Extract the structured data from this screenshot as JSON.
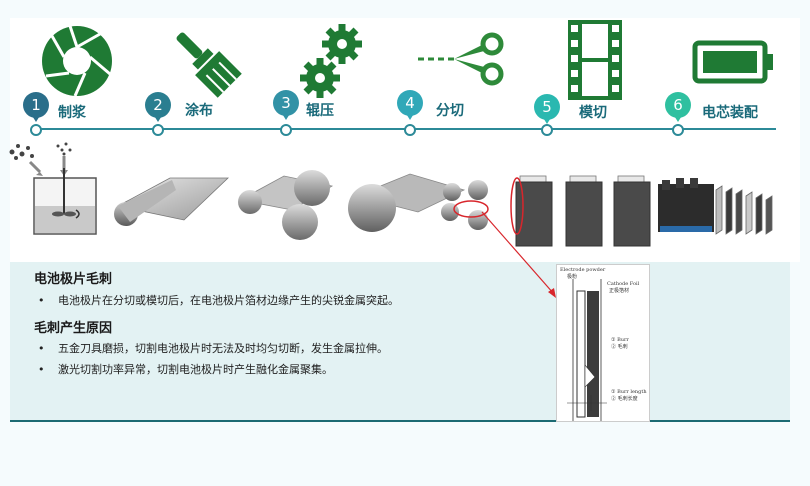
{
  "steps": [
    {
      "num": "1",
      "label": "制浆",
      "icon": "aperture-icon",
      "color": "#2a6e8a"
    },
    {
      "num": "2",
      "label": "涂布",
      "icon": "paintbrush-icon",
      "color": "#2a7e90"
    },
    {
      "num": "3",
      "label": "辊压",
      "icon": "gears-icon",
      "color": "#3292a6"
    },
    {
      "num": "4",
      "label": "分切",
      "icon": "scissors-icon",
      "color": "#30a8b8"
    },
    {
      "num": "5",
      "label": "模切",
      "icon": "film-strip-icon",
      "color": "#2ab8b0"
    },
    {
      "num": "6",
      "label": "电芯装配",
      "icon": "battery-icon",
      "color": "#2fc0a0"
    }
  ],
  "colors": {
    "icon_green": "#1f7a34",
    "accent_red": "#d8262c"
  },
  "definition": {
    "title": "电池极片毛刺",
    "bullets": [
      "电池极片在分切或模切后，在电池极片箔材边缘产生的尖锐金属突起。"
    ]
  },
  "causes": {
    "title": "毛刺产生原因",
    "bullets": [
      "五金刀具磨损，切割电池极片时无法及时均匀切断，发生金属拉伸。",
      "激光切割功率异常，切割电池极片时产生融化金属聚集。"
    ]
  },
  "figure": {
    "electrode_powder": "Electrode powder",
    "electrode_powder_cn": "极粉",
    "cathode_foil": "Cathode Foil",
    "cathode_foil_cn": "正极箔材",
    "burr": "Burr",
    "burr_cn": "毛刺",
    "burr_length": "Burr length",
    "burr_length_cn": "毛刺长度"
  }
}
